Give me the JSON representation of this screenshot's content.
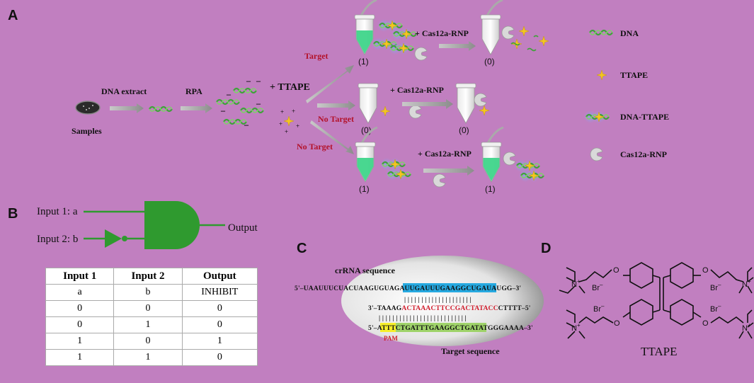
{
  "panels": {
    "A": "A",
    "B": "B",
    "C": "C",
    "D": "D"
  },
  "panelA": {
    "samples": "Samples",
    "dna_extract": "DNA extract",
    "rpa": "RPA",
    "ttape_add": "+ TTAPE",
    "target": "Target",
    "no_target_1": "No Target",
    "no_target_2": "No Target",
    "cas_add_1": "+ Cas12a-RNP",
    "cas_add_2": "+ Cas12a-RNP",
    "cas_add_3": "+ Cas12a-RNP",
    "tube_labels": {
      "t1": "(1)",
      "t2": "(0)",
      "t3": "(0)",
      "t4": "(0)",
      "t5": "(1)",
      "t6": "(1)"
    },
    "legend": {
      "dna": "DNA",
      "ttape": "TTAPE",
      "dna_ttape": "DNA-TTAPE",
      "cas": "Cas12a-RNP"
    },
    "colors": {
      "dna": "#3fa23a",
      "ttape": "#f3c61f",
      "tube_green": "#3fd58a",
      "halo": "#6f7ec8"
    }
  },
  "panelB": {
    "input1": "Input 1: a",
    "input2": "Input 2: b",
    "output": "Output",
    "gate_color": "#2f9a2f",
    "table": {
      "headers": [
        "Input 1",
        "Input 2",
        "Output"
      ],
      "rows": [
        [
          "a",
          "b",
          "INHIBIT"
        ],
        [
          "0",
          "0",
          "0"
        ],
        [
          "0",
          "1",
          "0"
        ],
        [
          "1",
          "0",
          "1"
        ],
        [
          "1",
          "1",
          "0"
        ]
      ]
    }
  },
  "panelC": {
    "crrna_label": "crRNA  sequence",
    "target_label": "Target  sequence",
    "pam": "PAM",
    "line1_a": "5'–UAAUUUCUACUAAGUGUAGAU",
    "line1_b": "UGAUUUGAAGGCUGAUAUGG",
    "line1_c": "–3'",
    "bars1": "| | | | | | | | | | | | | | | | | | | |",
    "line2_a": "3'–TAAAG",
    "line2_b": "ACTAAACTTCCGACTATACC",
    "line2_c": "CTTTT–5'",
    "bars2": "| | | | | | | | | | | | | | | | | | | | | | | | | |",
    "line3_a": "5'–A",
    "line3_b": "TTTC",
    "line3_c": "TGATTTGAAGGCTGATATGG",
    "line3_d": "GAAAA–3'"
  },
  "panelD": {
    "name": "TTAPE",
    "br": "Br",
    "n_plus": "N",
    "o": "O"
  }
}
